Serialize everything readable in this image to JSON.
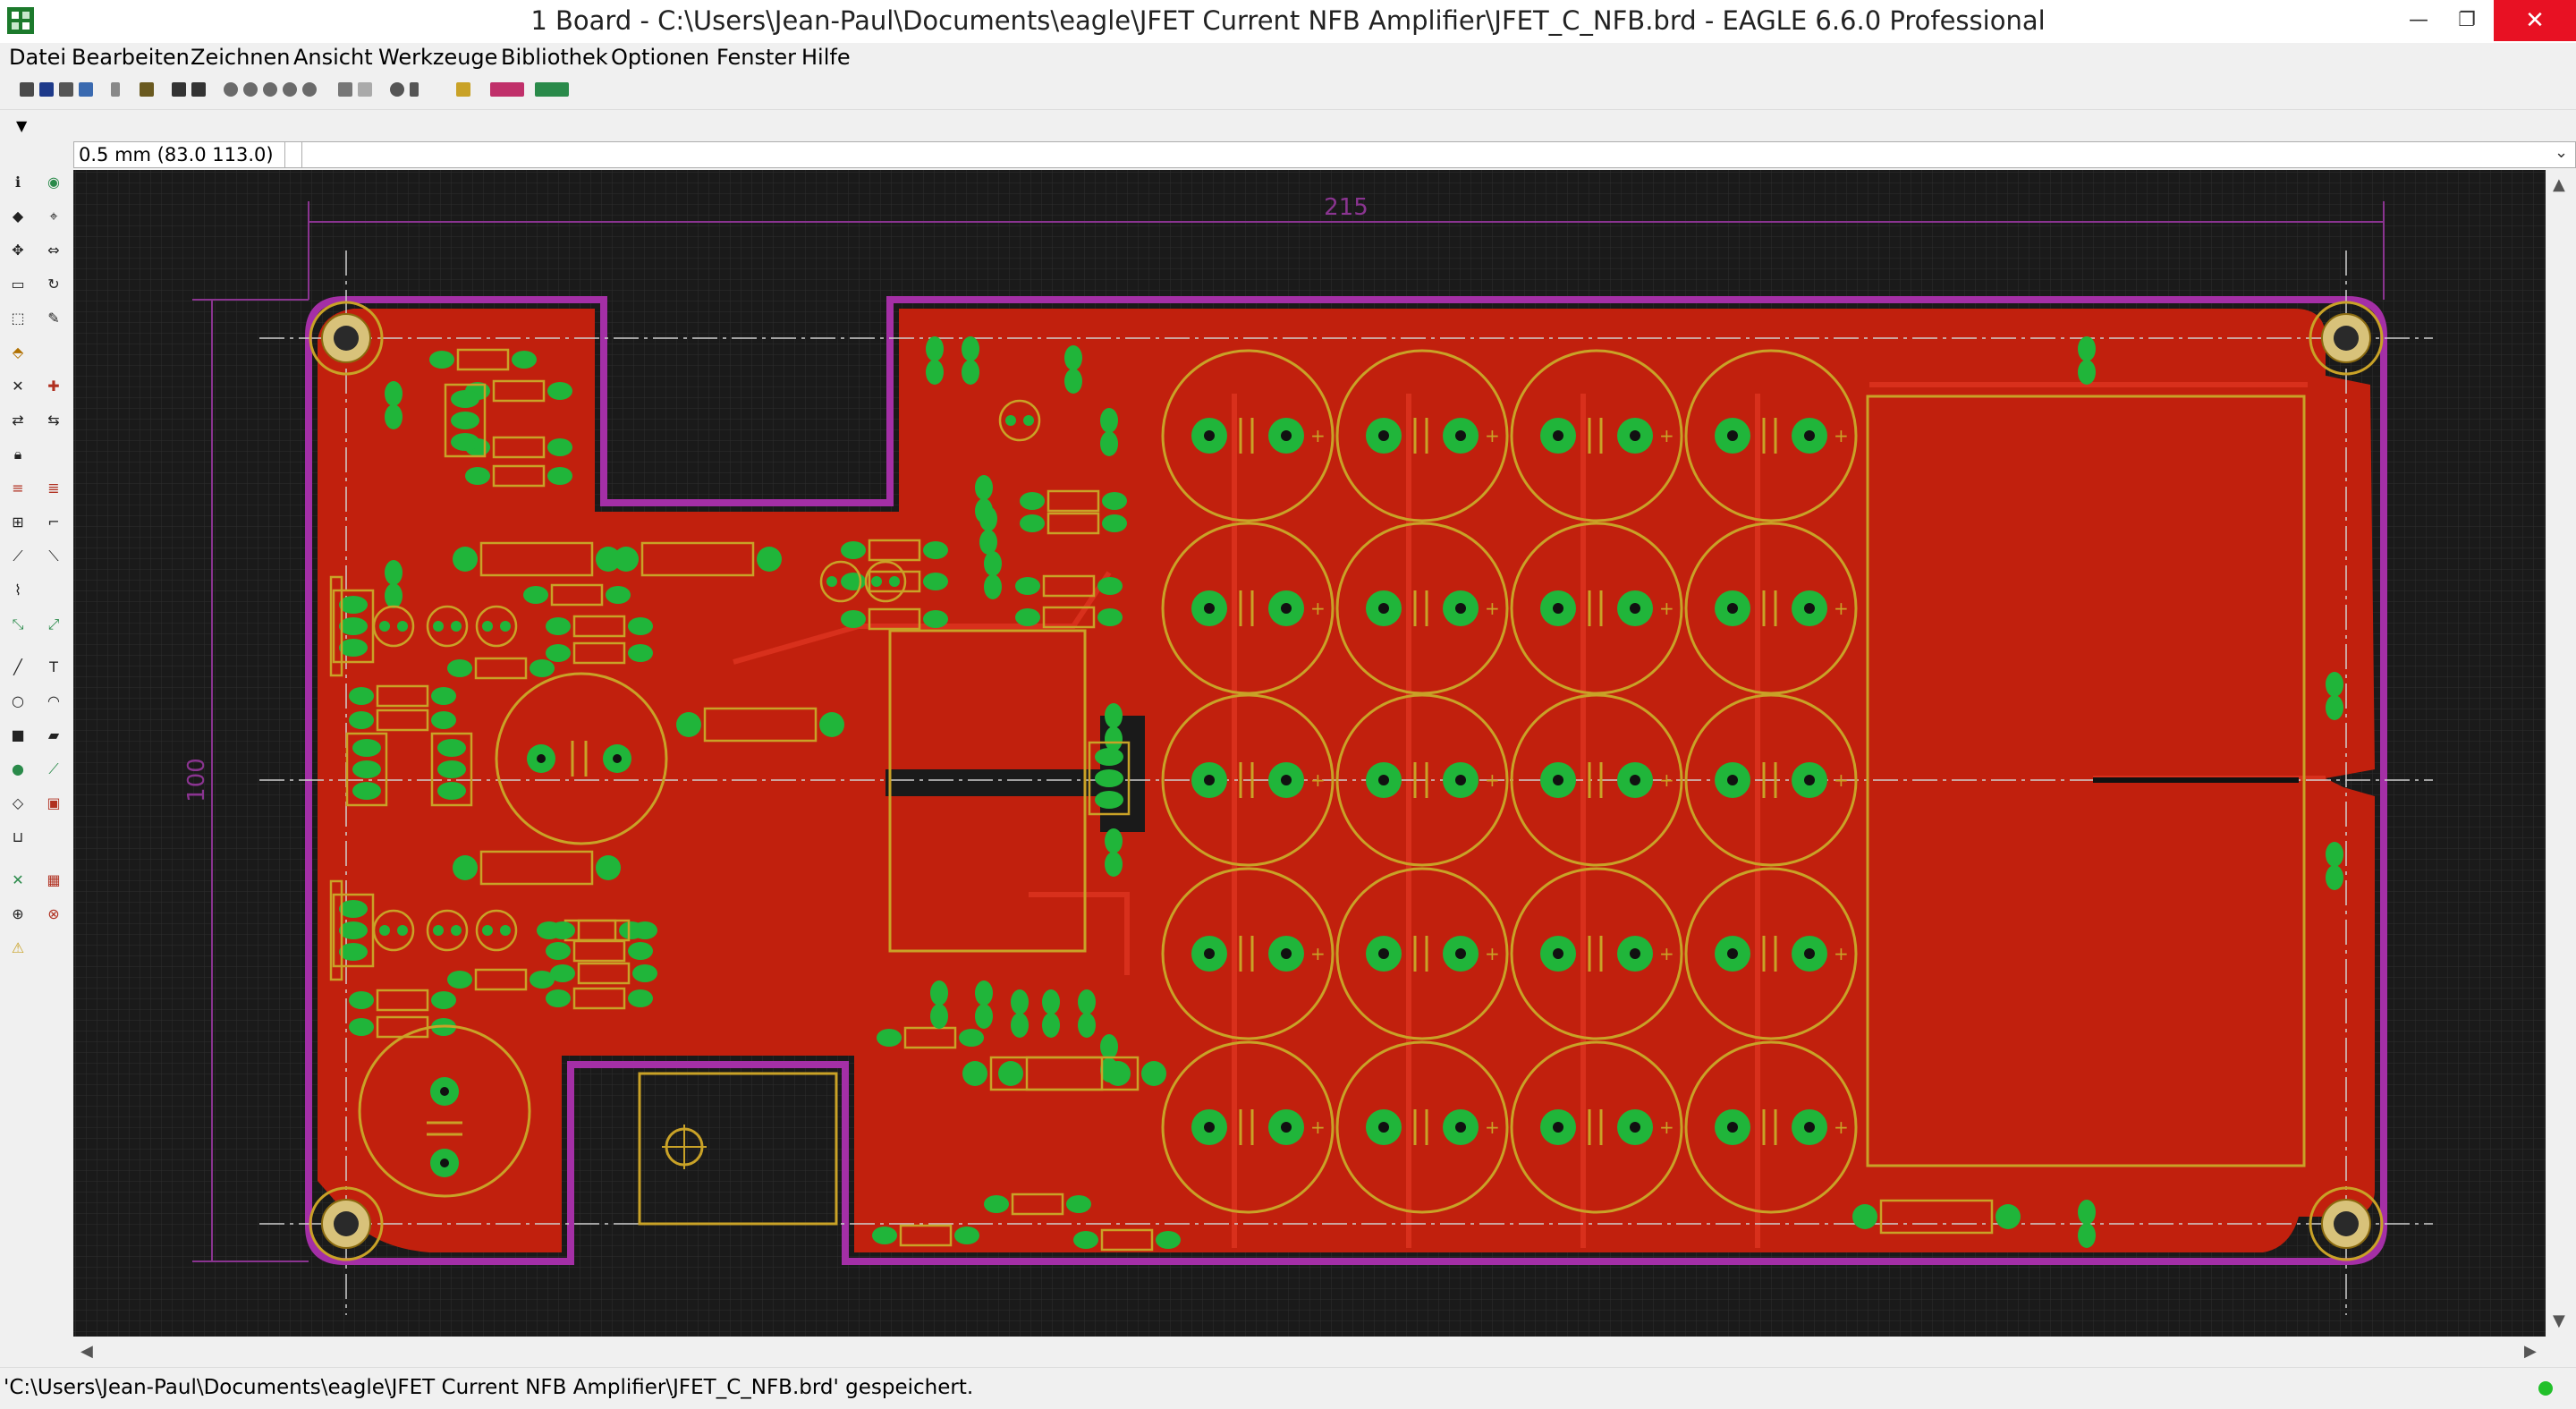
{
  "window": {
    "title": "1 Board - C:\\Users\\Jean-Paul\\Documents\\eagle\\JFET Current NFB Amplifier\\JFET_C_NFB.brd - EAGLE 6.6.0 Professional",
    "minimize_glyph": "—",
    "maximize_glyph": "❐",
    "close_glyph": "✕"
  },
  "menu": [
    {
      "label": "Datei"
    },
    {
      "label": "Bearbeiten"
    },
    {
      "label": "Zeichnen"
    },
    {
      "label": "Ansicht"
    },
    {
      "label": "Werkzeuge"
    },
    {
      "label": "Bibliothek"
    },
    {
      "label": "Optionen"
    },
    {
      "label": "Fenster"
    },
    {
      "label": "Hilfe"
    }
  ],
  "param_toolbar": {
    "dropdown_glyph": "▼"
  },
  "command_line": {
    "coordinate": "0.5 mm (83.0 113.0)",
    "value": "",
    "dropdown_glyph": "⌄"
  },
  "board": {
    "dimension_width": "215",
    "dimension_height": "100",
    "colors": {
      "background": "#1a1a1a",
      "grid": "#2e2e2e",
      "copper": "#c1200d",
      "outline": "#a42fa6",
      "pad": "#20b53a",
      "silkscreen": "#c9a227",
      "dimension": "#8a3490"
    }
  },
  "scroll": {
    "up": "▲",
    "down": "▼",
    "left": "◀",
    "right": "▶"
  },
  "status": {
    "message": "'C:\\Users\\Jean-Paul\\Documents\\eagle\\JFET Current NFB Amplifier\\JFET_C_NFB.brd' gespeichert."
  }
}
